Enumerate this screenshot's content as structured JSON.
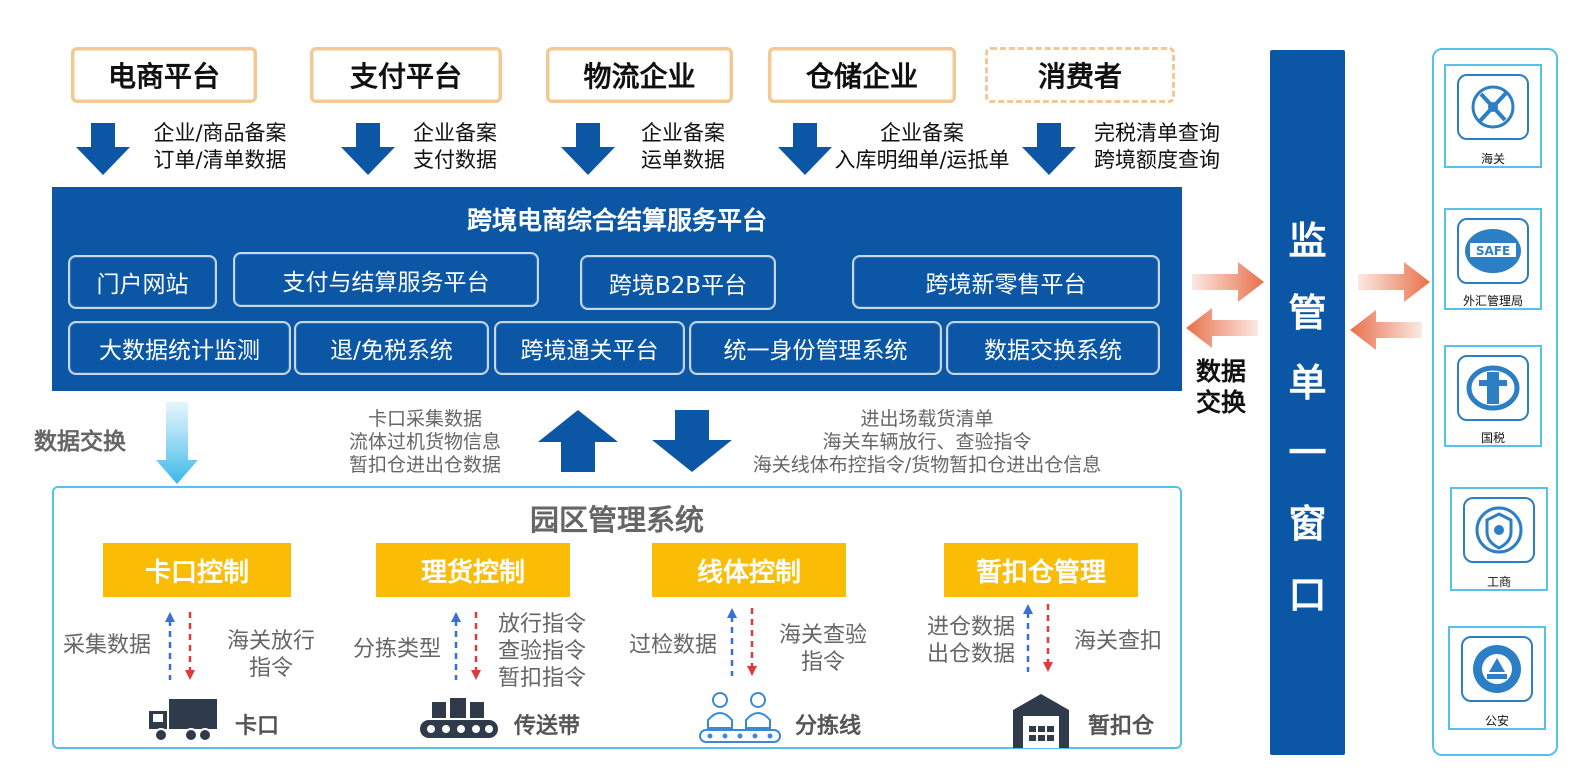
{
  "participants": [
    {
      "label": "电商平台"
    },
    {
      "label": "支付平台"
    },
    {
      "label": "物流企业"
    },
    {
      "label": "仓储企业"
    },
    {
      "label": "消费者"
    }
  ],
  "flows": [
    {
      "line1": "企业/商品备案",
      "line2": "订单/清单数据"
    },
    {
      "line1": "企业备案",
      "line2": "支付数据"
    },
    {
      "line1": "企业备案",
      "line2": "运单数据"
    },
    {
      "line1": "企业备案",
      "line2": "入库明细单/运抵单"
    },
    {
      "line1": "完税清单查询",
      "line2": "跨境额度查询"
    }
  ],
  "platform": {
    "title": "跨境电商综合结算服务平台",
    "modules": [
      "门户网站",
      "支付与结算服务平台",
      "跨境B2B平台",
      "跨境新零售平台",
      "大数据统计监测",
      "退/免税系统",
      "跨境通关平台",
      "统一身份管理系统",
      "数据交换系统"
    ]
  },
  "exchange": {
    "right_line1": "数据",
    "right_line2": "交换",
    "left_label": "数据交换"
  },
  "window": {
    "chars": [
      "监",
      "管",
      "单",
      "一",
      "窗",
      "口"
    ]
  },
  "gov": [
    {
      "label": "海关"
    },
    {
      "label": "外汇管理局"
    },
    {
      "label": "国税"
    },
    {
      "label": "工商"
    },
    {
      "label": "公安"
    }
  ],
  "middle": {
    "up_lines": [
      "卡口采集数据",
      "流体过机货物信息",
      "暂扣仓进出仓数据"
    ],
    "down_lines": [
      "进出场载货清单",
      "海关车辆放行、查验指令",
      "海关线体布控指令/货物暂扣仓进出仓信息"
    ]
  },
  "park": {
    "title": "园区管理系统",
    "controls": [
      {
        "label": "卡口控制",
        "left": [
          "采集数据"
        ],
        "right": [
          "海关放行",
          "指令"
        ],
        "device": "卡口"
      },
      {
        "label": "理货控制",
        "left": [
          "分拣类型"
        ],
        "right": [
          "放行指令",
          "查验指令",
          "暂扣指令"
        ],
        "device": "传送带"
      },
      {
        "label": "线体控制",
        "left": [
          "过检数据"
        ],
        "right": [
          "海关查验",
          "指令"
        ],
        "device": "分拣线"
      },
      {
        "label": "暂扣仓管理",
        "left": [
          "进仓数据",
          "出仓数据"
        ],
        "right": [
          "海关查扣"
        ],
        "device": "暂扣仓"
      }
    ]
  },
  "colors": {
    "brand_blue": "#0b57a6",
    "accent_orange": "#fbbc05",
    "light_blue": "#56c2ec",
    "arrow_orange": "#e8704a"
  }
}
